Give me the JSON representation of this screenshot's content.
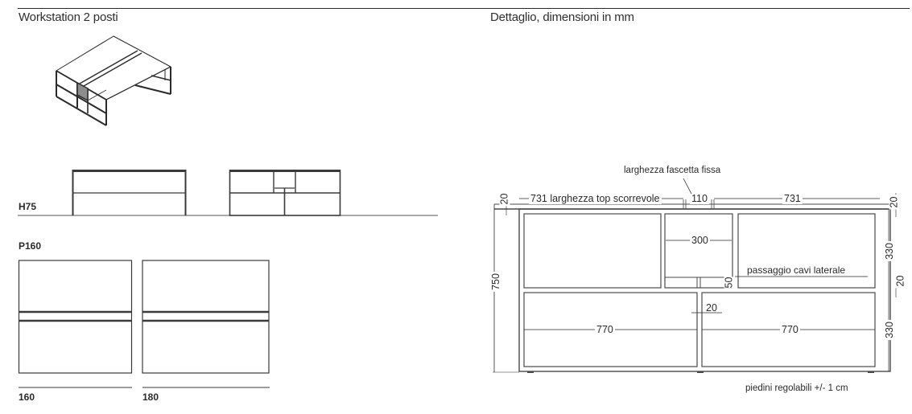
{
  "left_panel": {
    "title": "Workstation 2 posti",
    "elevation_label": "H75",
    "plan_label": "P160",
    "plan_widths": [
      "160",
      "180"
    ]
  },
  "right_panel": {
    "title": "Dettaglio, dimensioni in mm",
    "annotations": {
      "fixed_strip": "larghezza fascetta fissa",
      "sliding_top": "731 larghezza top scorrevole",
      "strip_width": "110",
      "right_top": "731",
      "top_thickness_left": "20",
      "top_thickness_right": "20",
      "total_height": "750",
      "inner_width": "300",
      "upper_height": "330",
      "shelf_thickness": "20",
      "cable_pass": "passaggio cavi laterale",
      "cable_pass_height": "50",
      "mid_gap": "20",
      "lower_left_width": "770",
      "lower_right_width": "770",
      "lower_height": "330",
      "feet_note": "piedini regolabili +/- 1 cm"
    }
  },
  "colors": {
    "line": "#2a2a2a",
    "frame": "#4a4a4a",
    "accent_fill": "#8c8c8c"
  }
}
